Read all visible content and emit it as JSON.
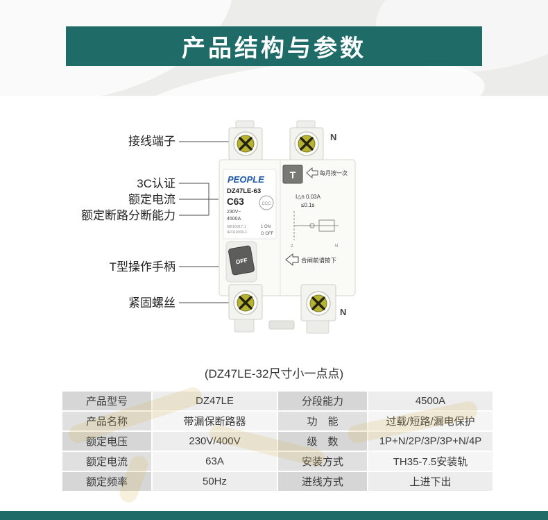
{
  "header": {
    "title": "产品结构与参数"
  },
  "callouts": [
    {
      "label": "接线端子"
    },
    {
      "label": "3C认证"
    },
    {
      "label": "额定电流"
    },
    {
      "label": "额定断路分断能力"
    },
    {
      "label": "T型操作手柄"
    },
    {
      "label": "紧固螺丝"
    }
  ],
  "product_image": {
    "brand": "PEOPLE",
    "model": "DZ47LE-63",
    "rating": "C63",
    "voltage": "230V~",
    "breaking_capacity": "4500A",
    "standard1": "GB16917.1",
    "standard2": "IEC61009-1",
    "on_marking": "1 ON",
    "off_marking": "O OFF",
    "handle_label": "OFF",
    "test_button": "T",
    "monthly_note": "每月按一次",
    "leakage_current": "I△n 0.03A",
    "trip_time": "≤0.1s",
    "close_note": "合闸前请按下",
    "n_top": "N",
    "n_bottom": "N",
    "ccc_mark": "CCC",
    "pole_2": "2",
    "pole_n": "N"
  },
  "caption": "(DZ47LE-32尺寸小一点点)",
  "spec_table": {
    "rows": [
      [
        "产品型号",
        "DZ47LE",
        "分段能力",
        "4500A"
      ],
      [
        "产品名称",
        "带漏保断路器",
        "功　能",
        "过载/短路/漏电保护"
      ],
      [
        "额定电压",
        "230V/400V",
        "级　数",
        "1P+N/2P/3P/3P+N/4P"
      ],
      [
        "额定电流",
        "63A",
        "安装方式",
        "TH35-7.5安装轨"
      ],
      [
        "额定频率",
        "50Hz",
        "进线方式",
        "上进下出"
      ]
    ]
  },
  "colors": {
    "accent": "#1e6b68",
    "table_label_bg": "#d6d6d6",
    "table_value_bg": "#ededed",
    "screw_brass": "#b6b332",
    "brand_blue": "#1b57a6"
  }
}
